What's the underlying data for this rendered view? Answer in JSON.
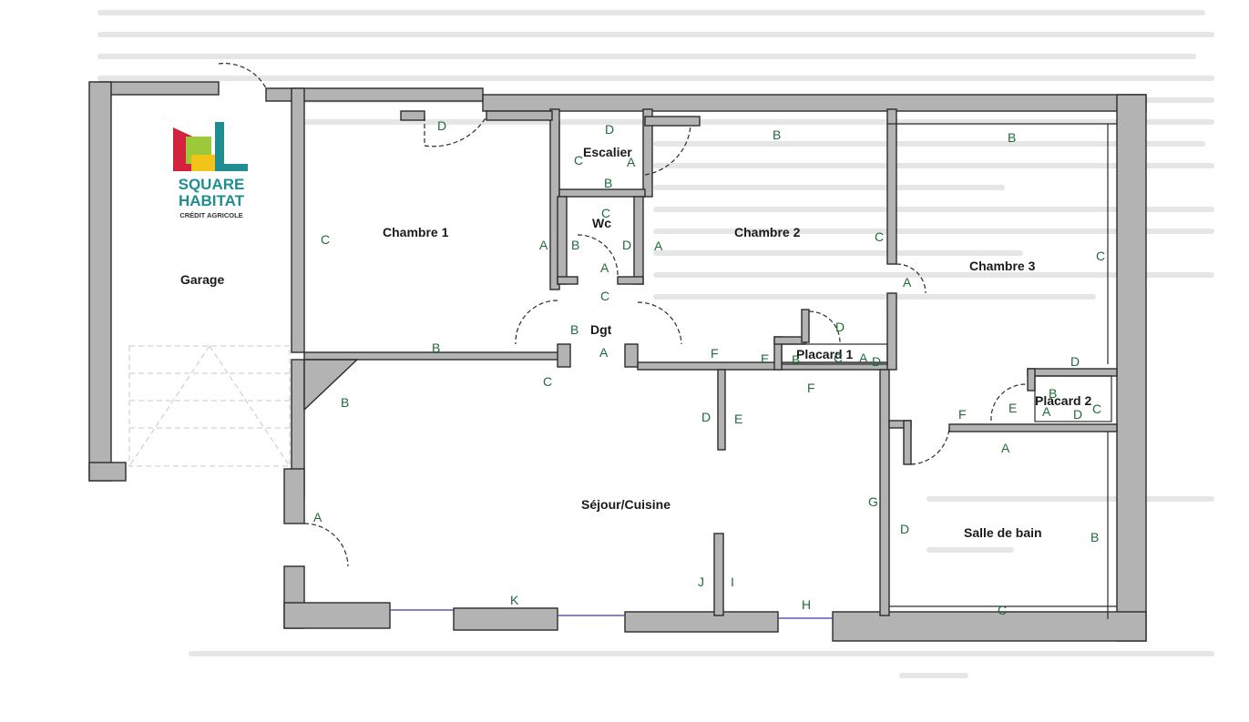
{
  "logo": {
    "line1": "SQUARE",
    "line2": "HABITAT",
    "line3": "CRÉDIT AGRICOLE",
    "colors": {
      "red": "#d4213d",
      "green": "#9bc93a",
      "yellow": "#f2c318",
      "teal": "#1f8d92"
    }
  },
  "rooms": {
    "garage": "Garage",
    "chambre1": "Chambre 1",
    "escalier": "Escalier",
    "wc": "Wc",
    "chambre2": "Chambre 2",
    "chambre3": "Chambre 3",
    "dgt": "Dgt",
    "placard1": "Placard 1",
    "placard2": "Placard 2",
    "sejour": "Séjour/Cuisine",
    "salle_de_bain": "Salle de bain"
  },
  "wall_labels": {
    "c1_d": "D",
    "c1_c": "C",
    "c1_a": "A",
    "c1_b": "B",
    "esc_d": "D",
    "esc_c": "C",
    "esc_a": "A",
    "esc_b": "B",
    "wc_c": "C",
    "wc_b": "B",
    "wc_d": "D",
    "wc_a": "A",
    "dgt_c": "C",
    "dgt_b": "B",
    "dgt_a": "A",
    "dgt_c2": "C",
    "c2_b": "B",
    "c2_a": "A",
    "c2_c": "C",
    "c2_f": "F",
    "p1_d": "D",
    "p1_e": "E",
    "p1_b": "B",
    "p1_c": "C",
    "p1_a": "A",
    "p1_d2": "D",
    "c3_b": "B",
    "c3_c": "C",
    "c3_a": "A",
    "c3_d": "D",
    "p2_b": "B",
    "p2_e": "E",
    "p2_a": "A",
    "p2_d": "D",
    "p2_c": "C",
    "sdb_f": "F",
    "sdb_a": "A",
    "sdb_d": "D",
    "sdb_b": "B",
    "sdb_c": "C",
    "sej_b": "B",
    "sej_a": "A",
    "sej_d": "D",
    "sej_e": "E",
    "sej_f": "F",
    "sej_g": "G",
    "sej_k": "K",
    "sej_j": "J",
    "sej_i": "I",
    "sej_h": "H"
  },
  "colors": {
    "wall_fill": "#b3b3b3",
    "wall_stroke": "#2b2b2b",
    "label_green": "#1f6b3a"
  }
}
